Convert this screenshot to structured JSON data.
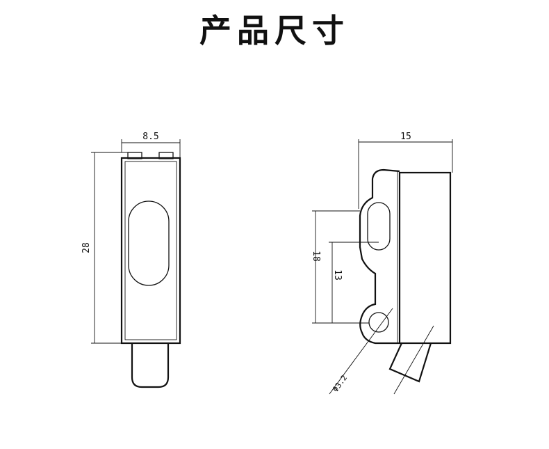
{
  "title": "产品尺寸",
  "front_view": {
    "width_label": "8.5",
    "height_label": "28"
  },
  "side_view": {
    "depth_label": "15",
    "outer_height_label": "18",
    "inner_height_label": "13",
    "hole_label": "Φ3.2"
  }
}
